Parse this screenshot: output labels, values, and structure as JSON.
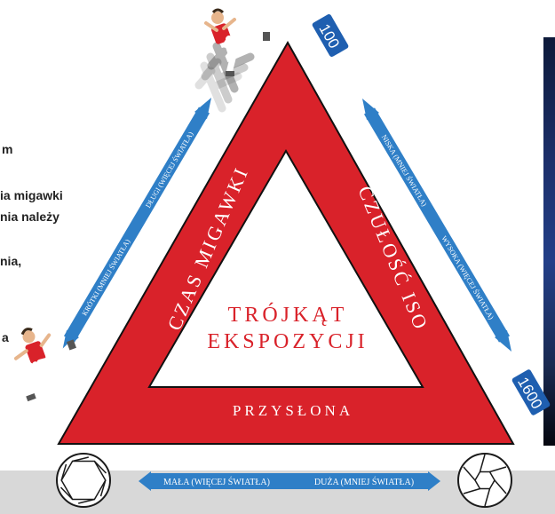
{
  "background_text": [
    "m",
    "ia migawki",
    "nia należy",
    "nia,",
    "a"
  ],
  "triangle": {
    "title_line1": "TRÓJKĄT",
    "title_line2": "EKSPOZYCJI",
    "left_side": "CZAS MIGAWKI",
    "right_side": "CZUŁOŚĆ ISO",
    "bottom_side": "PRZYSŁONA"
  },
  "left_arrow": {
    "short_label": "KRÓTKI (MNIEJ ŚWIATŁA)",
    "long_label": "DŁUGI (WIĘCEJ ŚWIATŁA)"
  },
  "right_arrow": {
    "low_label": "NISKA (MNIEJ ŚWIATŁA)",
    "high_label": "WYSOKA (WIĘCEJ ŚWIATŁA)"
  },
  "bottom_arrow": {
    "small_label": "MAŁA (WIĘCEJ ŚWIATŁA)",
    "large_label": "DUŻA (MNIEJ ŚWIATŁA)"
  },
  "iso_badges": {
    "low": "100",
    "high": "1600"
  },
  "colors": {
    "triangle_red": "#d9222a",
    "arrow_blue": "#2f7fc7",
    "badge_blue": "#1f5fb0",
    "bar_gray": "#d8d8d8"
  },
  "icons": [
    "runner-blurred-icon",
    "runner-frozen-icon",
    "aperture-wide-icon",
    "aperture-narrow-icon"
  ]
}
